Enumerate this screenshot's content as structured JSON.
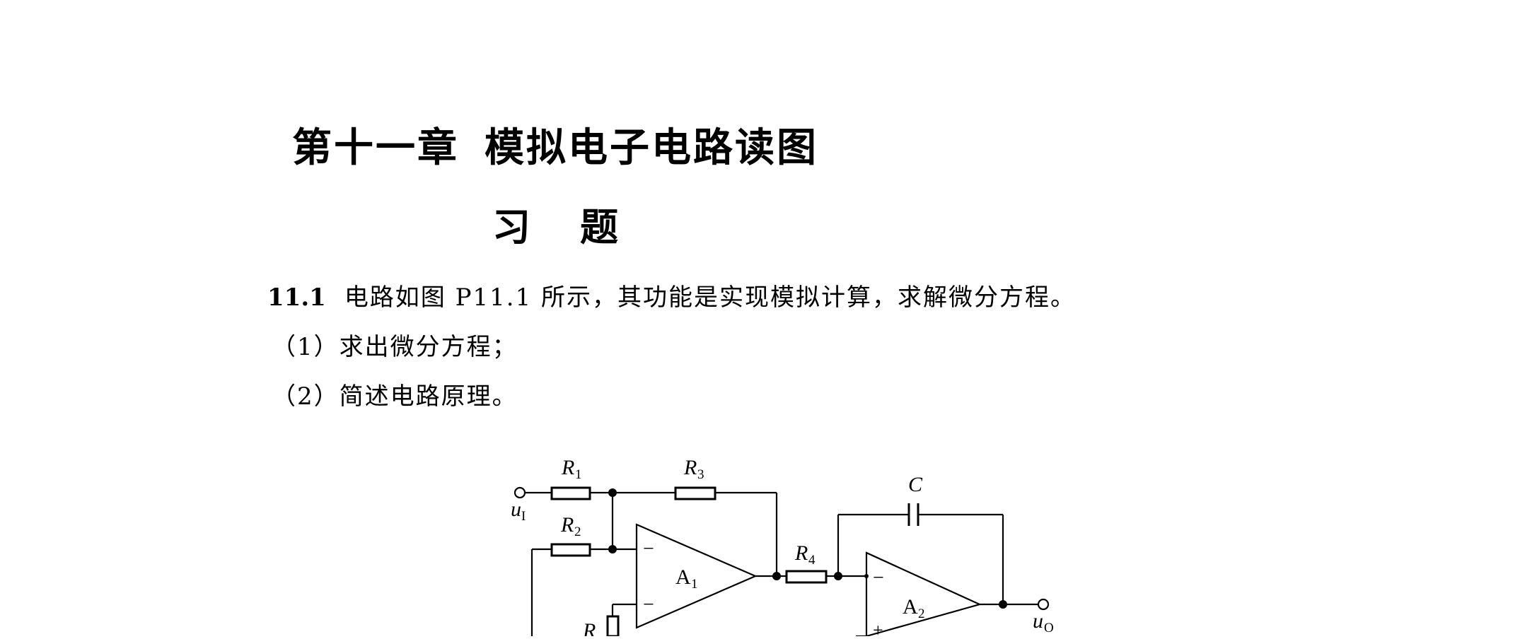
{
  "chapter": {
    "title_left": "第十一章",
    "title_right": "模拟电子电路读图"
  },
  "section": {
    "char1": "习",
    "char2": "题"
  },
  "problem": {
    "number": "11.1",
    "text": "电路如图 P11.1 所示，其功能是实现模拟计算，求解微分方程。",
    "items": [
      "（1）求出微分方程；",
      "（2）简述电路原理。"
    ]
  },
  "circuit": {
    "labels": {
      "r1": "R",
      "r1_sub": "1",
      "r2": "R",
      "r2_sub": "2",
      "r3": "R",
      "r3_sub": "3",
      "r4": "R",
      "r4_sub": "4",
      "r5": "R",
      "c": "C",
      "a1": "A",
      "a1_sub": "1",
      "a2": "A",
      "a2_sub": "2",
      "ui": "u",
      "ui_sub": "I",
      "uo": "u",
      "uo_sub": "O",
      "minus": "−",
      "plus": "+"
    }
  }
}
